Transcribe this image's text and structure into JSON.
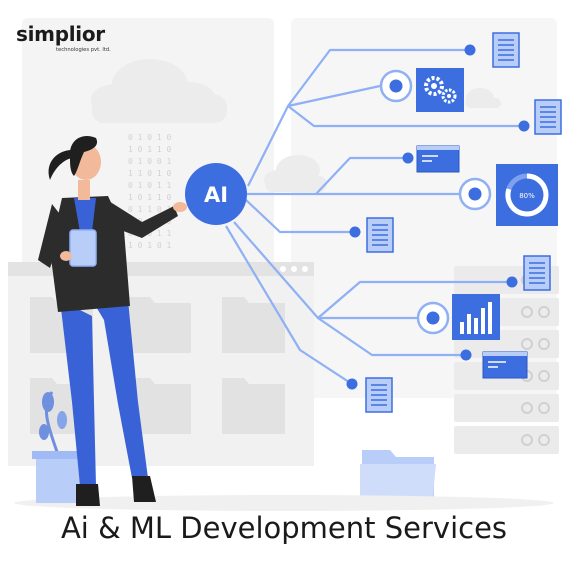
{
  "brand": {
    "name": "simplior",
    "tagline": "technologies pvt. ltd.",
    "accent_color": "#7cc142"
  },
  "hub": {
    "label": "AI"
  },
  "gauge": {
    "label": "80%"
  },
  "caption": "Ai & ML Development Services",
  "colors": {
    "primary": "#3d6ee0",
    "line": "#8fb0f5",
    "panel": "#eeeeee",
    "suit": "#2c2c2c",
    "pants": "#3a62d7"
  },
  "icons": [
    "document-icon",
    "gear-icon",
    "gauge-icon",
    "bar-chart-icon",
    "terminal-icon",
    "folder-icon",
    "cloud-icon",
    "plant-icon"
  ]
}
